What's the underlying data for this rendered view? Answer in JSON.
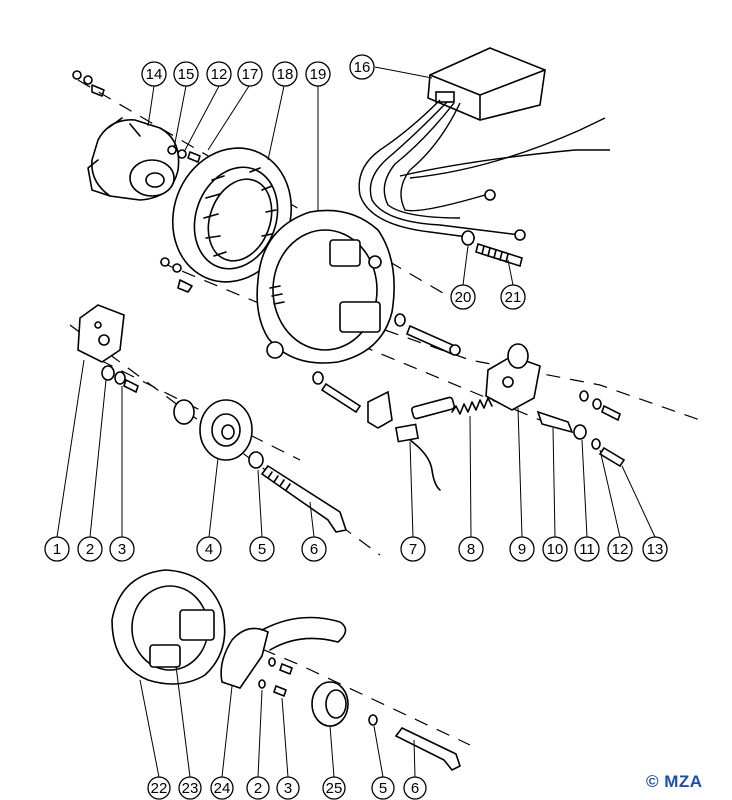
{
  "diagram": {
    "callouts_top": [
      "14",
      "15",
      "12",
      "17",
      "18",
      "19",
      "16"
    ],
    "callouts_right": [
      "20",
      "21"
    ],
    "callouts_row": [
      "1",
      "2",
      "3",
      "4",
      "5",
      "6",
      "7",
      "8",
      "9",
      "10",
      "11",
      "12",
      "13"
    ],
    "callouts_bottom": [
      "22",
      "23",
      "24",
      "2",
      "3",
      "25",
      "5",
      "6"
    ],
    "copyright": "© MZA"
  }
}
